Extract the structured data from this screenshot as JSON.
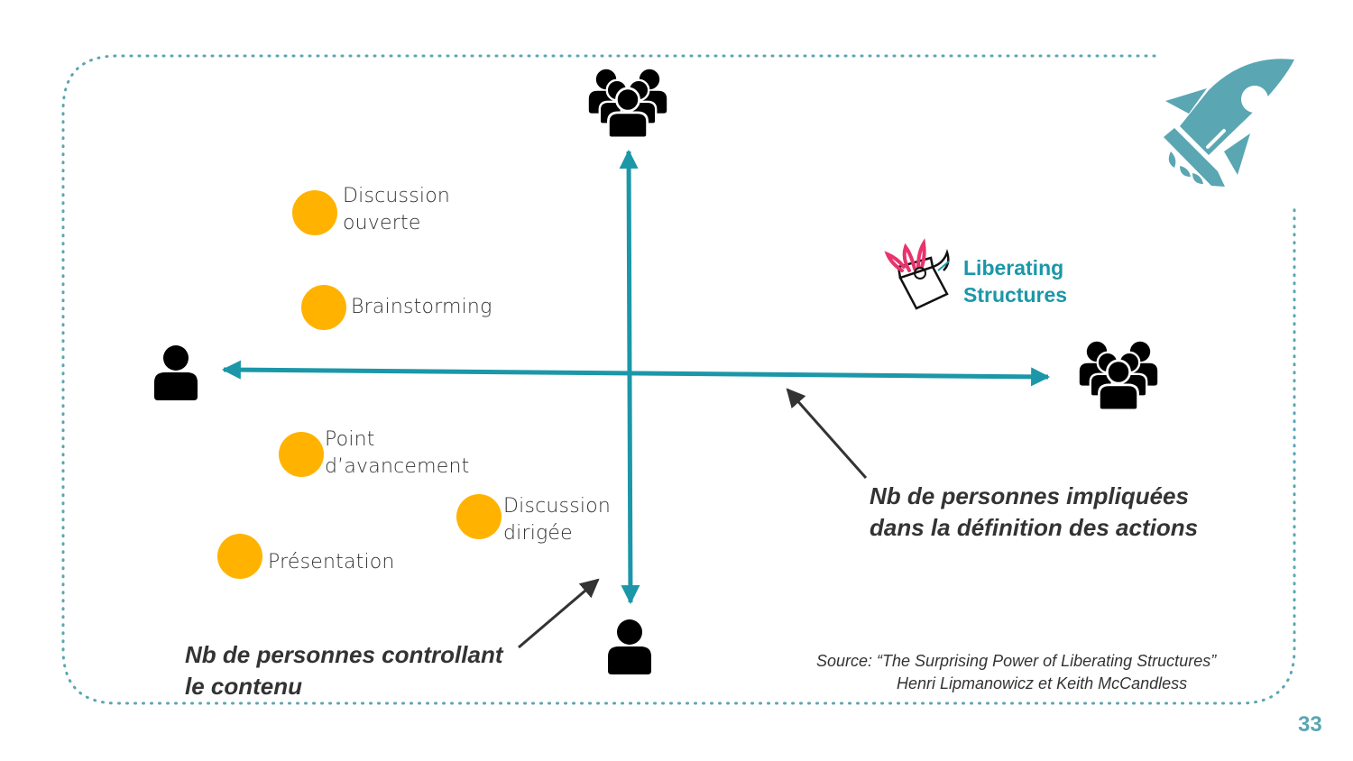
{
  "colors": {
    "axis": "#1b97a8",
    "dots": "#ffb300",
    "rocket": "#5aa6b3",
    "border": "#5aa6b3",
    "text": "#333333",
    "pointer": "#333333",
    "ls_text": "#1b97a8",
    "ls_accent": "#e8336d",
    "page_number": "#5aa6b3"
  },
  "icons": {
    "top": "group-icon",
    "bottom": "person-icon",
    "left": "person-icon",
    "right": "group-icon",
    "corner": "rocket-icon",
    "logo": "liberating-structures-logo"
  },
  "items": [
    {
      "label": "Discussion\nouverte"
    },
    {
      "label": "Brainstorming"
    },
    {
      "label": "Point\nd’avancement"
    },
    {
      "label": "Discussion\ndirigée"
    },
    {
      "label": "Présentation"
    }
  ],
  "axes": {
    "horizontal_label": "Nb de personnes impliquées\ndans la définition des actions",
    "vertical_label": "Nb de personnes controllant\nle contenu"
  },
  "logo": {
    "text": "Liberating\nStructures"
  },
  "source": {
    "line1": "Source: “The Surprising Power of Liberating Structures”",
    "line2": "Henri Lipmanowicz et Keith McCandless"
  },
  "page_number": "33"
}
